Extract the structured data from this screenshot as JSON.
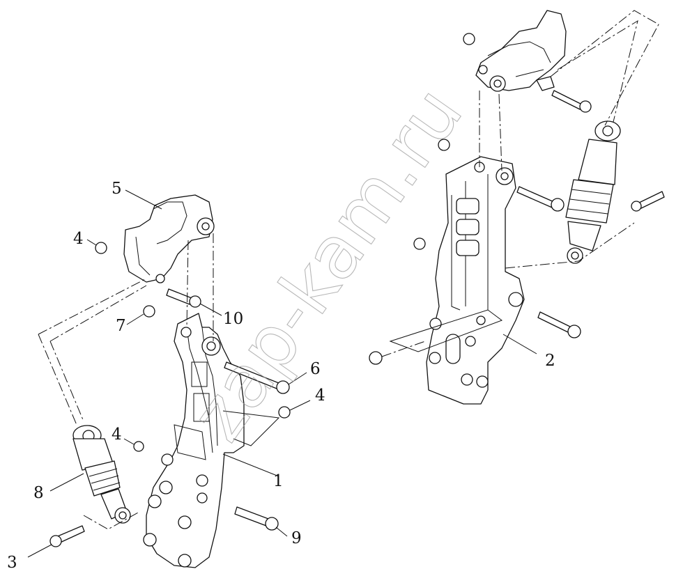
{
  "watermark": "zap-kam.ru",
  "callouts": {
    "c1": "1",
    "c2": "2",
    "c3": "3",
    "c4a": "4",
    "c4b": "4",
    "c4c": "4",
    "c5": "5",
    "c6": "6",
    "c7": "7",
    "c8": "8",
    "c9": "9",
    "c10": "10"
  }
}
